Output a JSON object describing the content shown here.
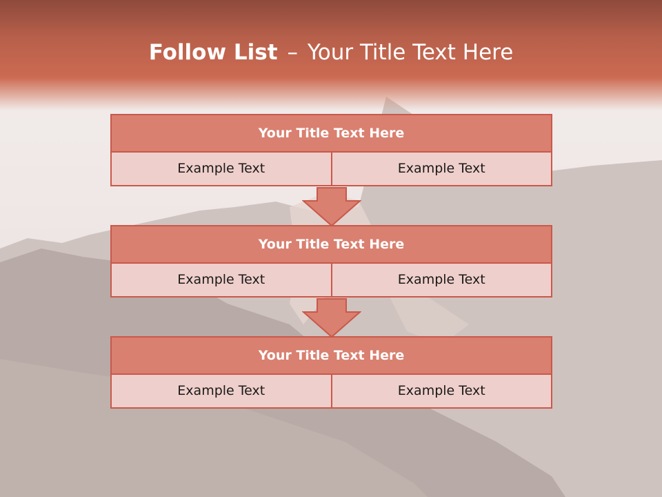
{
  "slide": {
    "title_bold": "Follow List",
    "title_dash": "–",
    "title_rest": "Your Title Text Here"
  },
  "steps": [
    {
      "title": "Your Title Text Here",
      "left": "Example Text",
      "right": "Example Text"
    },
    {
      "title": "Your Title Text Here",
      "left": "Example Text",
      "right": "Example Text"
    },
    {
      "title": "Your Title Text Here",
      "left": "Example Text",
      "right": "Example Text"
    }
  ],
  "colors": {
    "header": "#c9604b",
    "block_title": "#d98070",
    "block_cell": "#efcfcb",
    "border": "#c9584a"
  }
}
